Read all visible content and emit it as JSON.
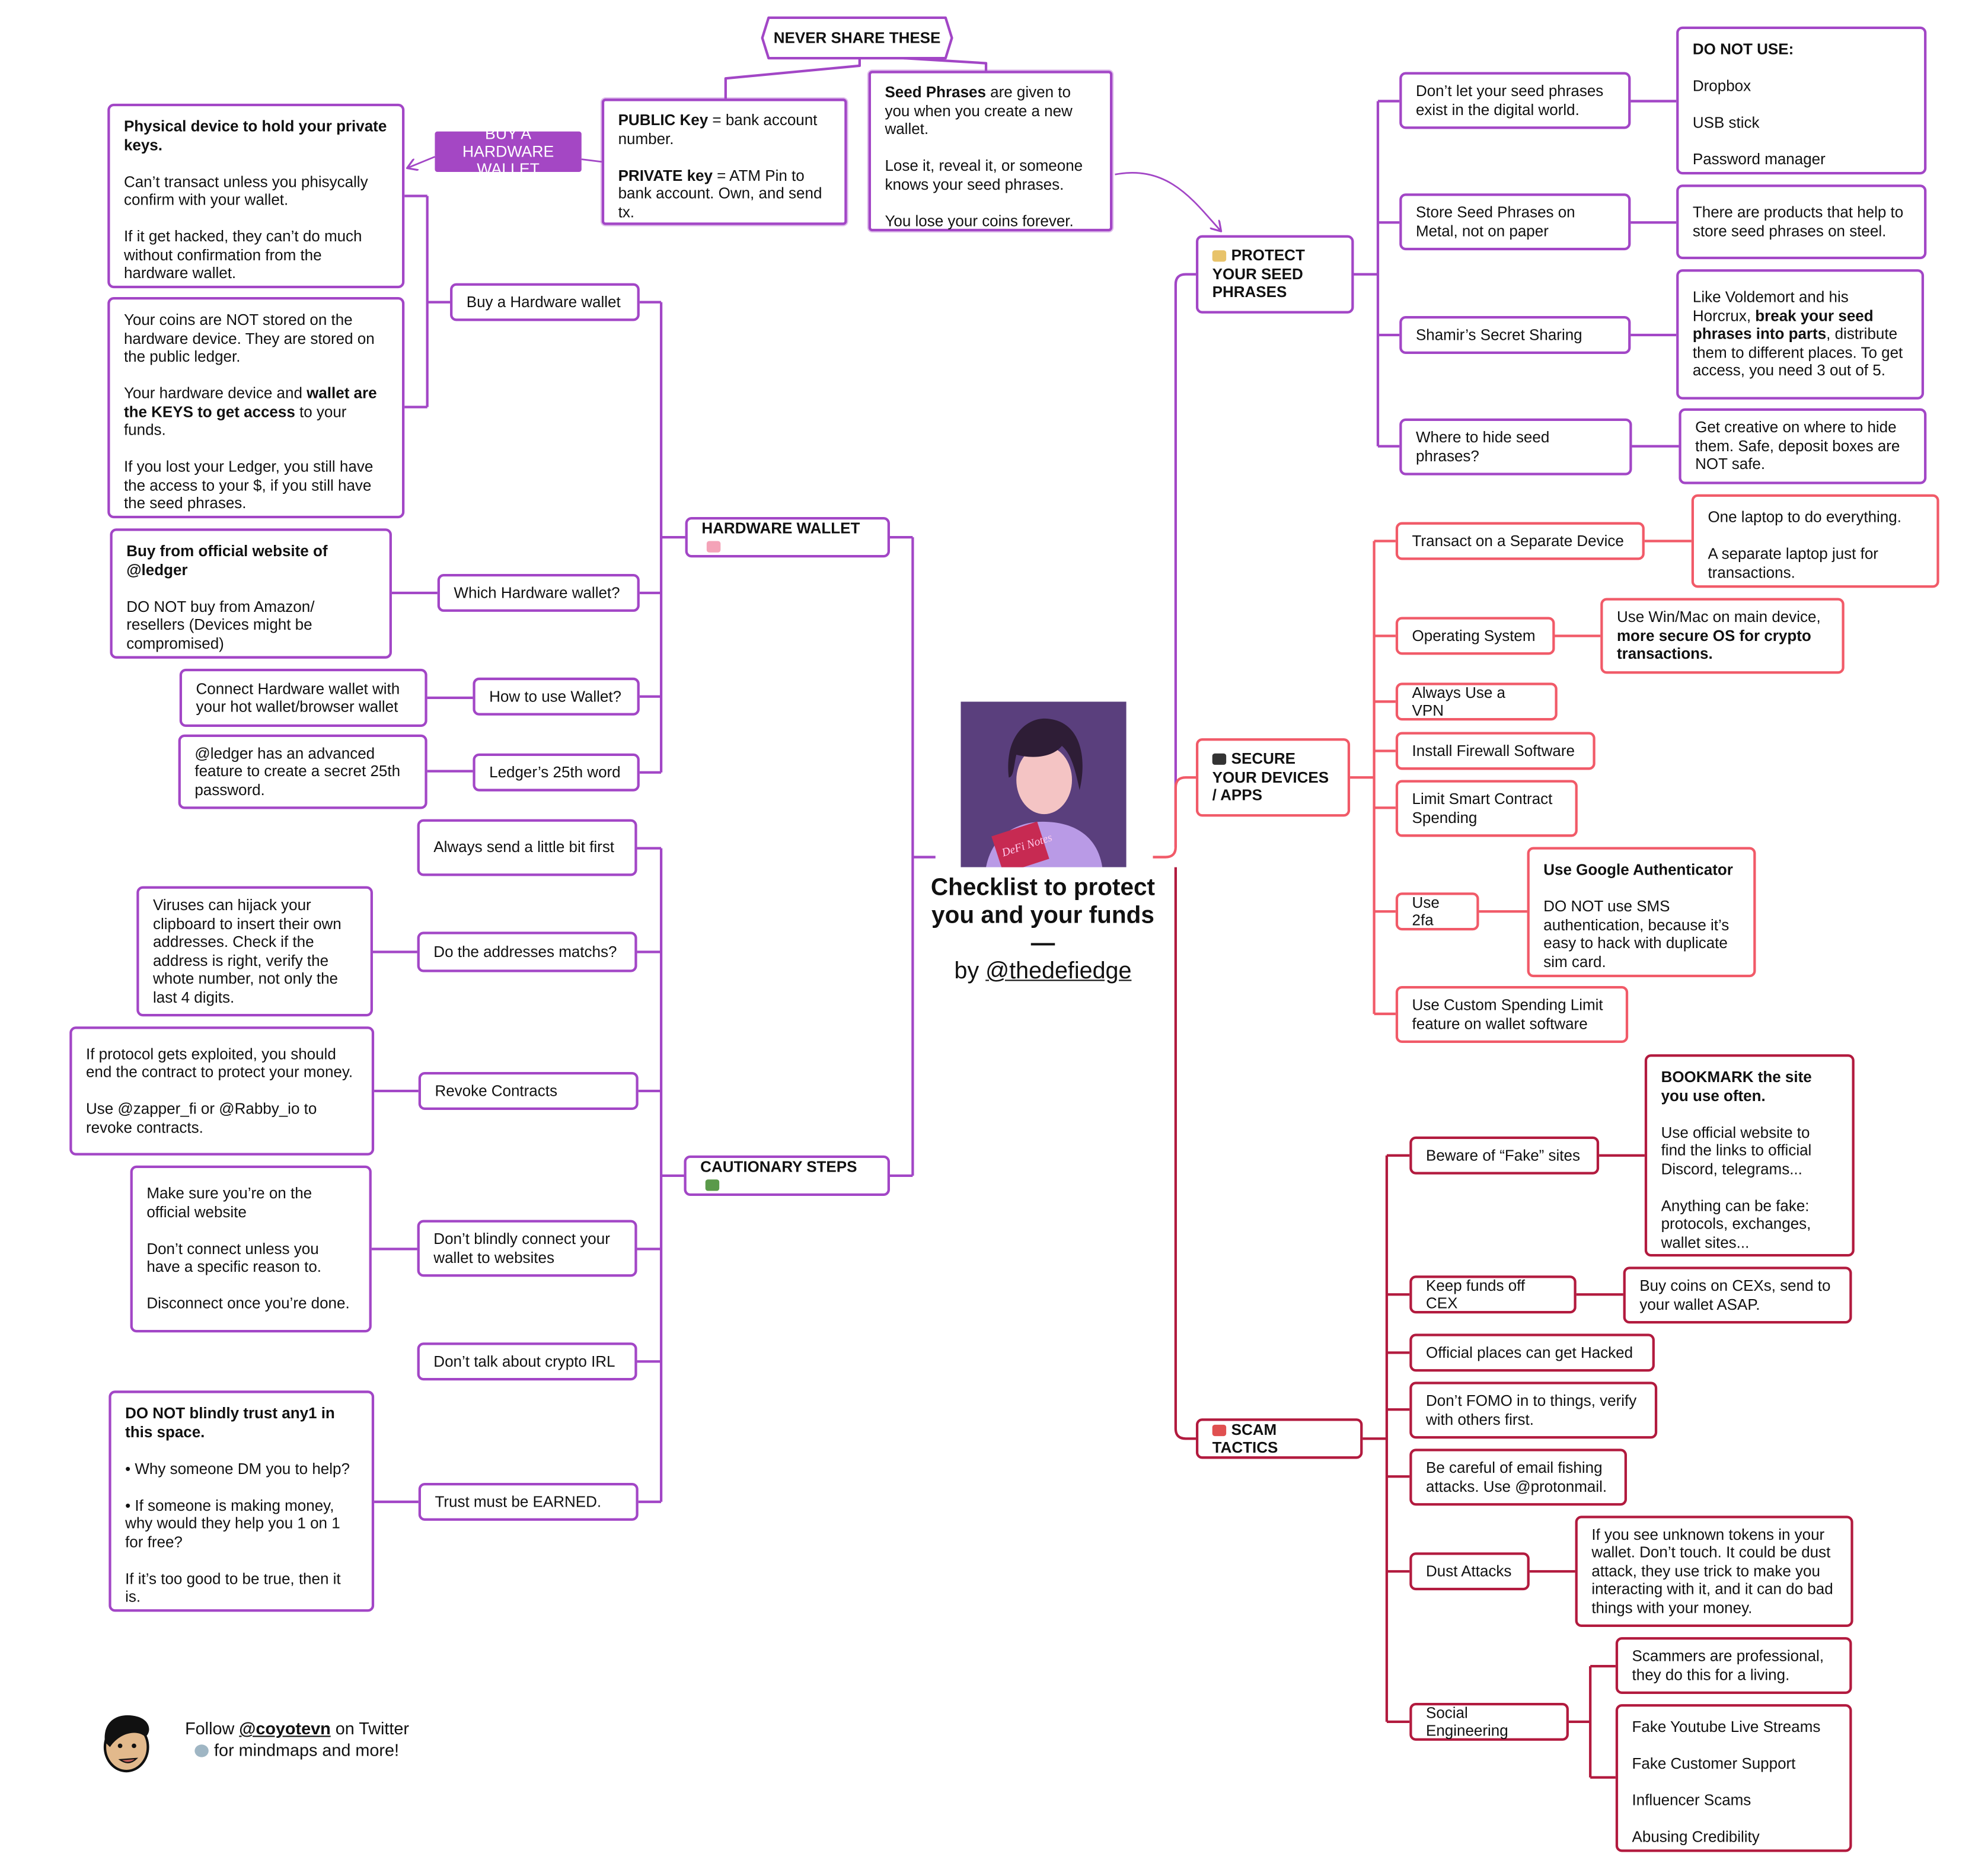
{
  "colors": {
    "purple": "#a246c6",
    "coral": "#f15a68",
    "crimson": "#b21a3e",
    "label_fill": "#a447c4"
  },
  "center": {
    "title": "Checklist to protect you and your funds",
    "dash": "—",
    "by": "by ",
    "handle": "@thedefiedge",
    "book_label": "DeFi Notes"
  },
  "footer": {
    "follow": "Follow ",
    "handle": "@coyotevn",
    "on_twitter": " on Twitter",
    "tagline": "for mindmaps and more!"
  },
  "nodes": {
    "never_share": "NEVER SHARE THESE",
    "public_key": {
      "p": [
        [
          {
            "b": "PUBLIC Key"
          },
          " = bank account number."
        ],
        [
          {
            "b": "PRIVATE key"
          },
          " = ATM Pin to bank account. Own, and send tx."
        ]
      ]
    },
    "seed_phrases": {
      "p": [
        [
          {
            "b": "Seed Phrases"
          },
          " are given to you when you create a new wallet."
        ],
        [
          "Lose it, reveal it, or someone knows your seed phrases."
        ],
        [
          "You lose your coins forever."
        ]
      ]
    },
    "buy_hw_label": "BUY A HARDWARE WALLET",
    "physical_device": {
      "p": [
        [
          {
            "b": "Physical device to hold your private keys."
          }
        ],
        [
          "Can’t transact unless you phisycally confirm with your wallet."
        ],
        [
          "If it get hacked, they can’t do much without confirmation from the hardware wallet."
        ]
      ]
    },
    "coins_not_stored": {
      "p": [
        [
          "Your coins are NOT stored on the hardware device. They are stored on the public ledger."
        ],
        [
          "Your hardware device and ",
          {
            "b": "wallet are the KEYS to get access"
          },
          " to your funds."
        ],
        [
          "If you lost your Ledger, you still have the access to your $, if you still have the seed phrases."
        ]
      ]
    },
    "buy_hw": "Buy a Hardware wallet",
    "hardware_wallet": {
      "text": "HARDWARE WALLET",
      "icon": "cake-icon",
      "icon_color": "#f4a3b8",
      "icon_after": true
    },
    "buy_official": {
      "p": [
        [
          {
            "b": "Buy from official website of @ledger"
          }
        ],
        [
          "DO NOT buy from Amazon/ resellers (Devices might be compromised)"
        ]
      ]
    },
    "which_hw": "Which Hardware wallet?",
    "connect_hw": "Connect Hardware wallet with your hot wallet/browser wallet",
    "how_to_use": "How to use Wallet?",
    "ledger_feature": "@ledger has an advanced feature to create a secret 25th password.",
    "ledger_25": "Ledger’s 25th word",
    "always_send": "Always send a little bit first",
    "viruses": "Viruses can hijack your clipboard to insert their own addresses. Check if the address is right, verify the whote number, not only the last 4 digits.",
    "addresses_match": "Do the addresses matchs?",
    "protocol_exploit": {
      "p": [
        [
          "If protocol gets exploited, you should end the contract to protect your money."
        ],
        [
          "Use @zapper_fi or @Rabby_io to revoke contracts."
        ]
      ]
    },
    "revoke": "Revoke Contracts",
    "cautionary": {
      "text": "CAUTIONARY STEPS",
      "icon": "books-icon",
      "icon_color": "#5a9a4a",
      "icon_after": true
    },
    "official_site": {
      "p": [
        [
          "Make sure you’re on the official website"
        ],
        [
          "Don’t connect unless you have a specific reason to."
        ],
        [
          "Disconnect once you’re done."
        ]
      ]
    },
    "dont_connect": "Don’t blindly connect your wallet to websites",
    "dont_talk": "Don’t talk about crypto IRL",
    "trust_any1": {
      "p": [
        [
          {
            "b": "DO NOT blindly trust any1 in this space."
          }
        ],
        [
          "• Why someone DM you to help?"
        ],
        [
          "• If someone is making money, why would they help you 1 on 1 for free?"
        ],
        [
          "If it’s too good to be true, then it is."
        ]
      ]
    },
    "trust_earned": "Trust must be EARNED.",
    "protect": {
      "text": "PROTECT YOUR SEED PHRASES",
      "icon": "memo-icon",
      "icon_color": "#e8c36a"
    },
    "digital_world": "Don’t let your seed phrases exist in the digital world.",
    "do_not_use": {
      "p": [
        [
          {
            "b": "DO NOT USE:"
          }
        ],
        [
          "Dropbox"
        ],
        [
          "USB stick"
        ],
        [
          "Password manager"
        ]
      ]
    },
    "metal": "Store Seed Phrases on Metal, not on paper",
    "steel_products": "There are products that help to store seed phrases on steel.",
    "shamir": "Shamir’s Secret Sharing",
    "voldemort": {
      "p": [
        [
          "Like Voldemort and his Horcrux, ",
          {
            "b": "break your seed phrases into parts"
          },
          ", distribute them to different places. To get access, you need 3 out of 5."
        ]
      ]
    },
    "where_hide": "Where to hide seed phrases?",
    "get_creative": "Get creative on where to hide them. Safe, deposit boxes are NOT safe.",
    "secure": {
      "text": "SECURE YOUR DEVICES / APPS",
      "icon": "laptop-icon",
      "icon_color": "#333333"
    },
    "separate_device": "Transact on a Separate Device",
    "one_laptop": {
      "p": [
        [
          "One laptop to do everything."
        ],
        [
          "A separate laptop just for transactions."
        ]
      ]
    },
    "os": "Operating System",
    "win_mac": {
      "p": [
        [
          "Use Win/Mac on main device, ",
          {
            "b": "more secure OS for crypto transactions."
          }
        ]
      ]
    },
    "vpn": "Always Use a VPN",
    "firewall": "Install Firewall Software",
    "limit_contract": "Limit Smart Contract Spending",
    "twofa": "Use 2fa",
    "google_auth": {
      "p": [
        [
          {
            "b": "Use Google Authenticator"
          }
        ],
        [
          "DO NOT use SMS authentication, because it’s easy to hack with duplicate sim card."
        ]
      ]
    },
    "custom_limit": "Use Custom Spending Limit feature on wallet software",
    "scam": {
      "text": "SCAM TACTICS",
      "icon": "clown-icon",
      "icon_color": "#e05050"
    },
    "fake_sites": "Beware of “Fake” sites",
    "bookmark": {
      "p": [
        [
          {
            "b": "BOOKMARK the site you use often."
          }
        ],
        [
          "Use official website to find the links to official Discord, telegrams..."
        ],
        [
          "Anything can be fake: protocols, exchanges, wallet sites..."
        ]
      ]
    },
    "off_cex": "Keep funds off CEX",
    "buy_coins": "Buy coins on CEXs, send to your wallet ASAP.",
    "official_hacked": "Official places can get Hacked",
    "fomo": "Don’t FOMO in to things, verify with others first.",
    "email_fishing": "Be careful of email fishing attacks. Use @protonmail.",
    "dust": "Dust Attacks",
    "unknown_tokens": "If you see unknown tokens in your wallet. Don’t touch. It could be dust attack, they use trick to make you interacting with it, and it can do bad things with your money.",
    "social": "Social Engineering",
    "scammers_pro": "Scammers are professional, they do this for a living.",
    "fake_list": {
      "p": [
        [
          "Fake Youtube Live Streams"
        ],
        [
          "Fake Customer Support"
        ],
        [
          "Influencer Scams"
        ],
        [
          "Abusing Credibility"
        ]
      ]
    }
  }
}
